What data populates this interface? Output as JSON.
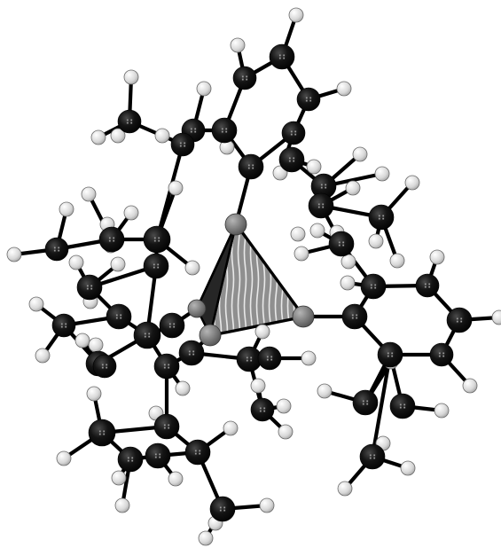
{
  "figure": {
    "subject": "molecular-structure",
    "render_style": "ball-and-stick",
    "core": "tetrahedron",
    "colors": {
      "background": "#ffffff",
      "carbon": "#111111",
      "hydrogen": "#dcdcdc",
      "core_atom": "#7a7a7a",
      "tetra_face": "#9a9a9a",
      "tetra_dark_face": "#2a2a2a"
    }
  }
}
